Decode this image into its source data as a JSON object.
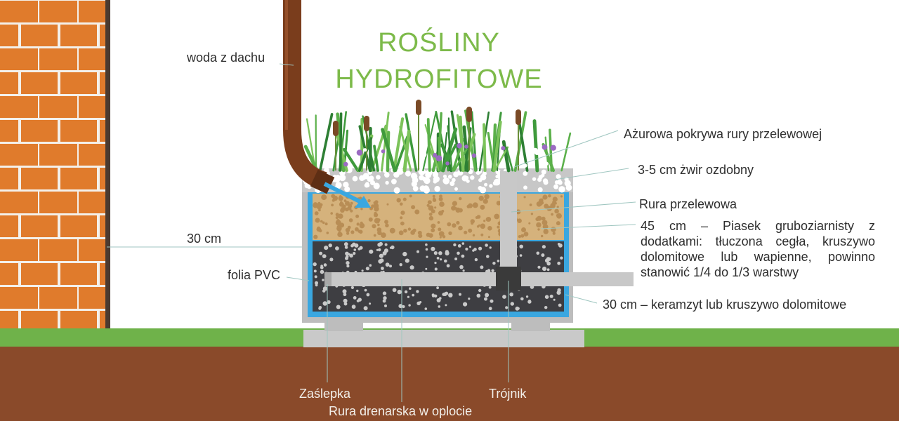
{
  "title": {
    "line1": "ROŚLINY",
    "line2": "HYDROFITOWE"
  },
  "labels": {
    "roof_water": "woda z dachu",
    "depth_total": "30 cm",
    "pvc_foil": "folia PVC",
    "overflow_cover": "Ażurowa pokrywa rury przelewowej",
    "gravel": "3-5 cm żwir ozdobny",
    "overflow_pipe": "Rura przelewowa",
    "sand_layer": "45 cm – Piasek gruboziarnisty z dodatkami: tłuczona cegła, kruszywo dolomitowe lub wapienne, powinno stanowić 1/4 do 1/3 warstwy",
    "keramzyt_layer": "30 cm – keramzyt lub kruszywo dolomitowe",
    "end_cap": "Zaślepka",
    "drain_pipe": "Rura drenarska w  oplocie",
    "tee": "Trójnik"
  },
  "colors": {
    "brick": "#e07b2c",
    "mortar": "#f4f0ea",
    "downpipe": "#7a3d1c",
    "grass": "#6fb24a",
    "soil": "#8a4a2a",
    "sand": "#d5b27c",
    "gravel_dark": "#3e3e42",
    "pvc_foil": "#3aa7e0",
    "container": "#bdbdbd",
    "pipe": "#c8c8c8",
    "title": "#7dba4a",
    "leader": "#9fc6c0"
  }
}
